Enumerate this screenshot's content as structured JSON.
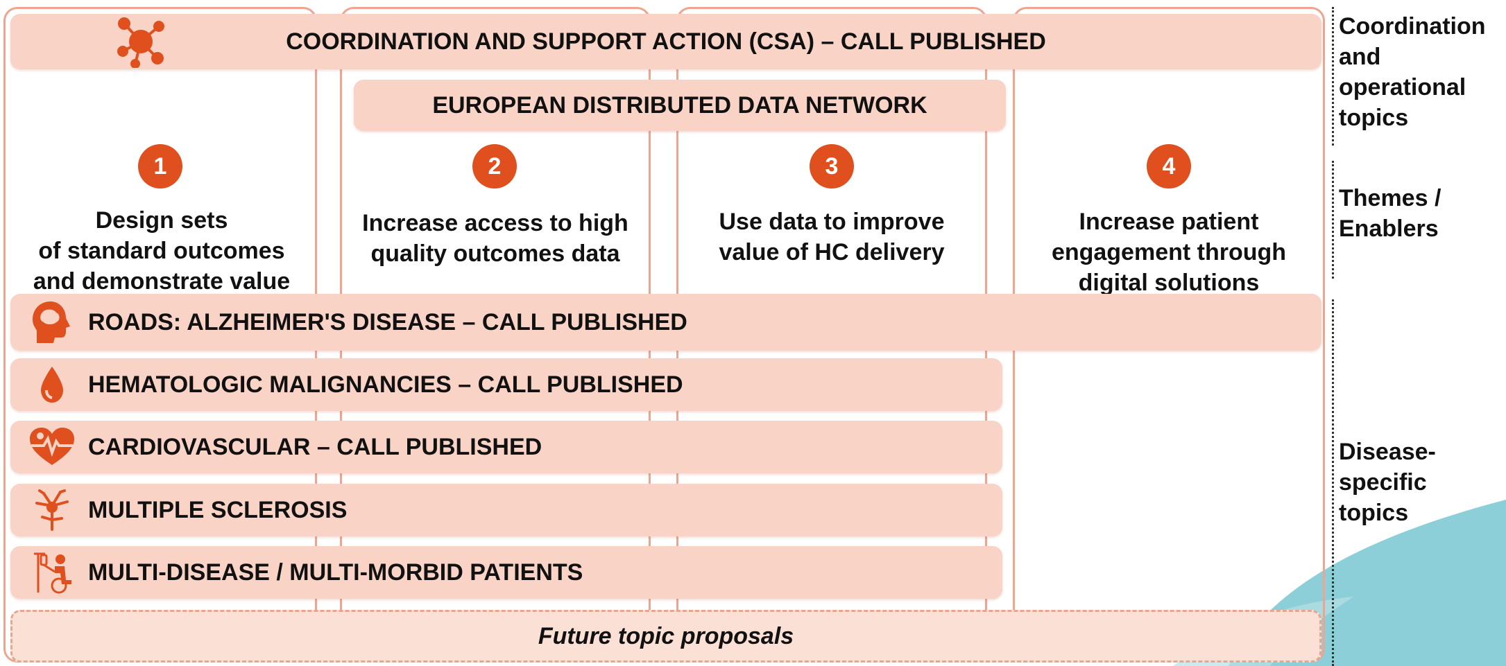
{
  "csa_bar": {
    "label": "COORDINATION AND SUPPORT ACTION (CSA) – CALL PUBLISHED",
    "icon": "network-nodes-icon"
  },
  "edn_bar": {
    "label": "EUROPEAN DISTRIBUTED DATA NETWORK"
  },
  "themes": [
    {
      "number": "1",
      "lines": [
        "Design sets",
        "of standard outcomes",
        "and demonstrate value"
      ]
    },
    {
      "number": "2",
      "lines": [
        "Increase access to high",
        "quality outcomes data"
      ]
    },
    {
      "number": "3",
      "lines": [
        "Use data to improve",
        "value of HC delivery"
      ]
    },
    {
      "number": "4",
      "lines": [
        "Increase patient",
        "engagement through",
        "digital solutions"
      ]
    }
  ],
  "disease_bars": [
    {
      "label": "ROADS: ALZHEIMER'S DISEASE – CALL PUBLISHED",
      "icon": "brain-head-icon"
    },
    {
      "label": "HEMATOLOGIC MALIGNANCIES – CALL PUBLISHED",
      "icon": "blood-drop-icon"
    },
    {
      "label": "CARDIOVASCULAR – CALL PUBLISHED",
      "icon": "heart-pulse-icon"
    },
    {
      "label": "MULTIPLE SCLEROSIS",
      "icon": "neuron-icon"
    },
    {
      "label": "MULTI-DISEASE / MULTI-MORBID PATIENTS",
      "icon": "patient-wheelchair-icon"
    }
  ],
  "future_bar": {
    "label": "Future topic proposals"
  },
  "side_labels": {
    "coordination": [
      "Coordination",
      "and",
      "operational",
      "topics"
    ],
    "themes": [
      "Themes /",
      "Enablers"
    ],
    "disease": [
      "Disease-",
      "specific",
      "topics"
    ]
  },
  "colors": {
    "accent": "#e0501e",
    "bar_fill": "#f8d3c6",
    "column_border": "#eea48e",
    "wave": "#8ccfd8"
  }
}
